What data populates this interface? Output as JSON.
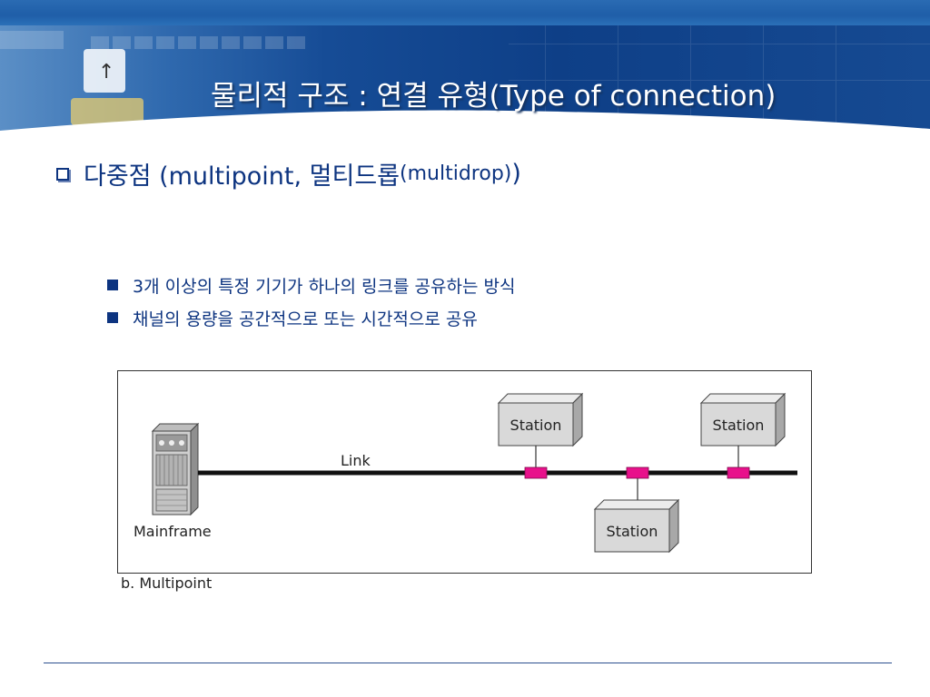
{
  "slide": {
    "title": "물리적 구조 : 연결 유형(Type of connection)",
    "heading_main": "다중점 (multipoint, 멀티드롭",
    "heading_small": "(multidrop)",
    "heading_close": ")",
    "bullets": [
      "3개 이상의 특정 기기가 하나의 링크를 공유하는 방식",
      "채널의 용량을 공간적으로 또는 시간적으로 공유"
    ]
  },
  "diagram": {
    "link_label": "Link",
    "mainframe_label": "Mainframe",
    "station_labels": [
      "Station",
      "Station",
      "Station"
    ],
    "caption": "b. Multipoint",
    "tap_color": "#e8118b",
    "box_color": "#d9d9d9"
  },
  "colors": {
    "text_primary": "#0d3480",
    "banner": "#0e3f87"
  }
}
